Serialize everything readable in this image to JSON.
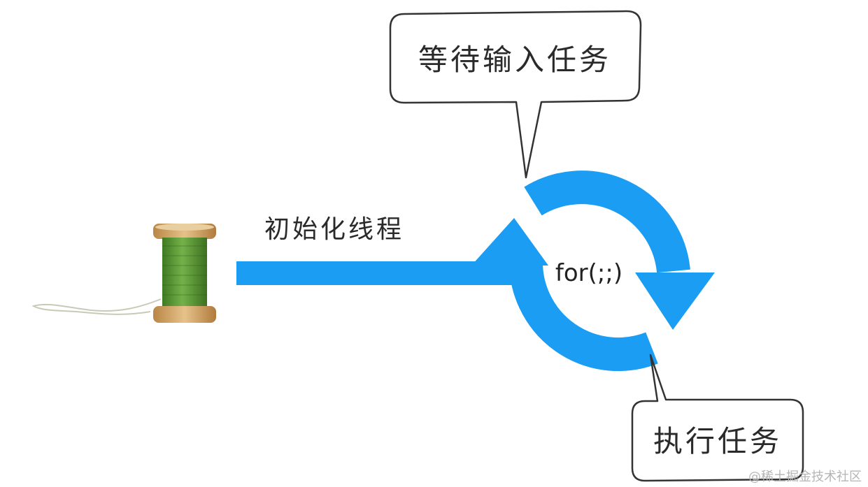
{
  "labels": {
    "wait_bubble": "等待输入任务",
    "execute_bubble": "执行任务",
    "init_thread": "初始化线程",
    "loop": "for(;;)"
  },
  "watermark": "@稀土掘金技术社区",
  "colors": {
    "arrow_blue": "#1a9df2",
    "bubble_border": "#333333",
    "thread_green": "#5a9a36",
    "spool_wood": "#d4a96a"
  }
}
